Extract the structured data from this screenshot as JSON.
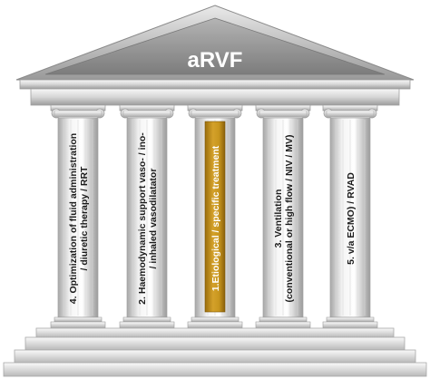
{
  "title": "aRVF",
  "columns": [
    {
      "lines": [
        "4. Optimization of fluid administration",
        "/ diuretic therapy / RRT"
      ],
      "highlight": false
    },
    {
      "lines": [
        "2. Haemodynamic support vaso- / ino-",
        "/ inhaled vasodilatator"
      ],
      "highlight": false
    },
    {
      "lines": [
        "1.Etiological / specific treatment"
      ],
      "highlight": true
    },
    {
      "lines": [
        "3. Ventilation",
        "(conventional or high flow / NIV / MV)"
      ],
      "highlight": false
    },
    {
      "lines": [
        "5. v/a ECMO) / RVAD"
      ],
      "highlight": false
    }
  ],
  "colors": {
    "marble_light": "#f2f2f2",
    "marble_mid": "#c9c9c9",
    "marble_dark": "#8e8e8e",
    "highlight_gold": "#c8961e",
    "title_text": "#ffffff"
  }
}
